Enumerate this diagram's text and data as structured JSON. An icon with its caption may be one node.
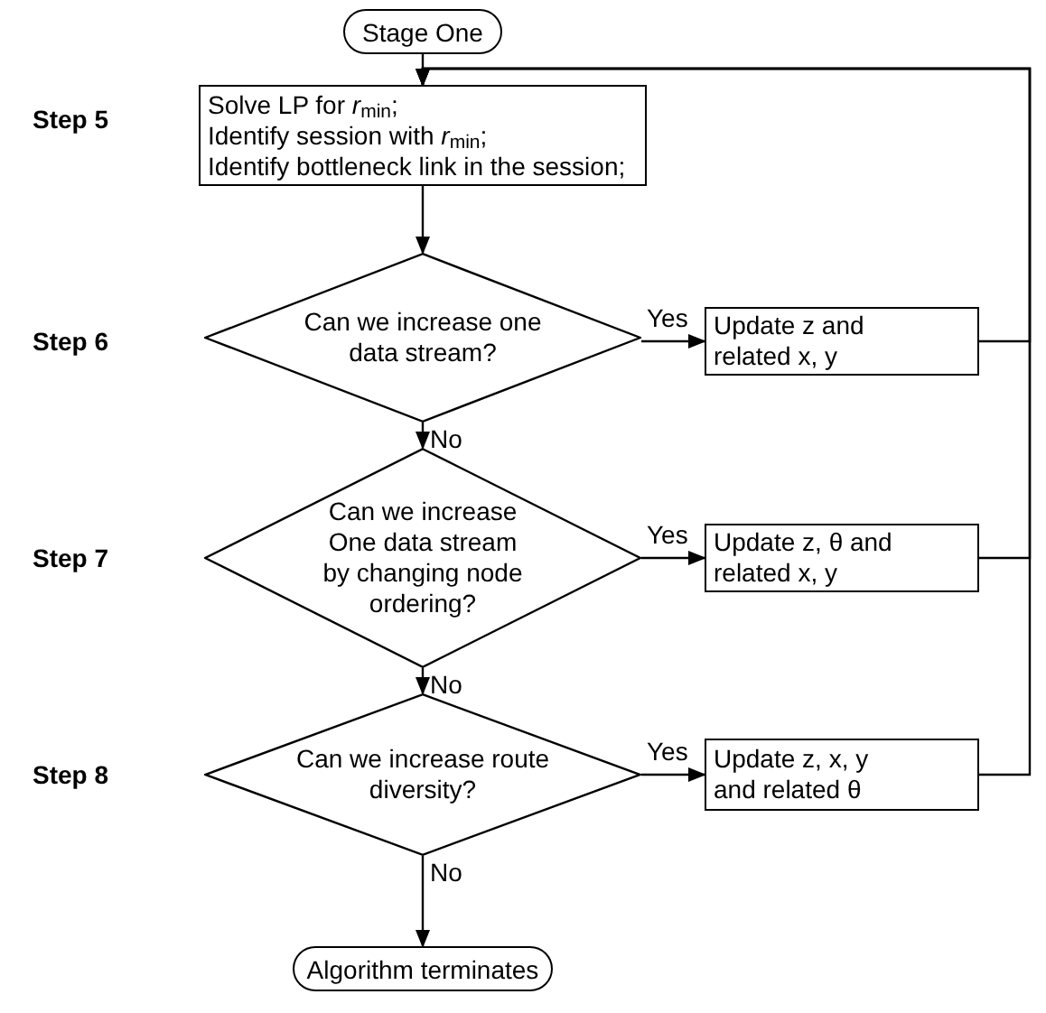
{
  "diagram": {
    "nodes": [
      {
        "text": [
          "Stage One"
        ]
      },
      {
        "text": [
          "Solve LP for *r*$_{min}$;",
          "Identify session with *r*$_{min}$;",
          "Identify bottleneck link in the session;"
        ]
      },
      {
        "text": [
          "Can we increase one data stream?"
        ]
      },
      {
        "text": [
          "Update z and related x, y"
        ]
      },
      {
        "text": [
          "Can we increase One data stream by changing node ordering?"
        ]
      },
      {
        "text": [
          "Update z, θ and related x, y"
        ]
      },
      {
        "text": [
          "Can we increase route diversity?"
        ]
      },
      {
        "text": [
          "Update z, x, y and related θ"
        ]
      },
      {
        "text": [
          "Algorithm terminates"
        ]
      }
    ],
    "edges": [
      {
        "from": 0,
        "to": 1,
        "arrow": "to"
      },
      {
        "from": 1,
        "to": 2,
        "arrow": "to"
      },
      {
        "from": 2,
        "to": 3,
        "arrow": "to",
        "label": "Yes"
      },
      {
        "from": 2,
        "to": 4,
        "arrow": "to",
        "label": "No"
      },
      {
        "from": 4,
        "to": 5,
        "arrow": "to",
        "label": "Yes"
      },
      {
        "from": 4,
        "to": 6,
        "arrow": "to",
        "label": "No"
      },
      {
        "from": 6,
        "to": 7,
        "arrow": "to",
        "label": "Yes"
      },
      {
        "from": 6,
        "to": 8,
        "arrow": "to",
        "label": "No"
      },
      {
        "from": 3,
        "to": 1,
        "arrow": "to"
      },
      {
        "from": 5,
        "to": 1,
        "arrow": "to"
      },
      {
        "from": 7,
        "to": 1,
        "arrow": "to"
      }
    ],
    "labels": [
      "Step 5",
      "Step 6",
      "Step 7",
      "Step 8"
    ]
  }
}
